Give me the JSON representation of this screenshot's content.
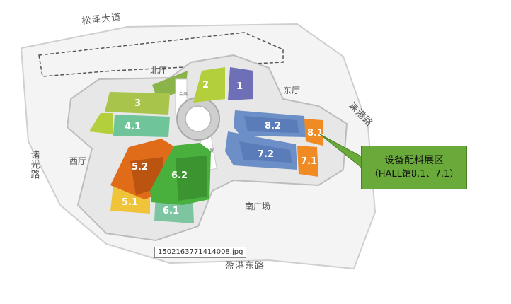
{
  "roads": {
    "north": "松泽大道",
    "east": "涞港路",
    "west": "诸光路",
    "south": "盈港东路"
  },
  "areas": {
    "north_hall": "北厅",
    "east_hall": "东厅",
    "west_hall": "西厅",
    "south_plaza": "南广场"
  },
  "halls": {
    "h1": "1",
    "h2": "2",
    "h3": "3",
    "h4_1": "4.1",
    "h5_1": "5.1",
    "h5_2": "5.2",
    "h6_1": "6.1",
    "h6_2": "6.2",
    "h7_1": "7.1",
    "h7_2": "7.2",
    "h8_1": "8.1",
    "h8_2": "8.2"
  },
  "callout": {
    "line1": "设备配料展区",
    "line2": "（HALL馆8.1、7.1）"
  },
  "filename": "1502163771414008.jpg",
  "colors": {
    "hall_1": "#6f6fb8",
    "hall_2": "#b4cf3c",
    "hall_3": "#a9c44a",
    "hall_4_1": "#6fc49a",
    "hall_5_1": "#f0c43a",
    "hall_5_2": "#e06c1a",
    "hall_6_1": "#7cc5a0",
    "hall_6_2": "#49b03e",
    "hall_7_1": "#f08a23",
    "hall_7_2": "#6d8fc7",
    "hall_8_1": "#f08a23",
    "hall_8_2": "#6d8fc7",
    "callout": "#6aaa3a"
  }
}
